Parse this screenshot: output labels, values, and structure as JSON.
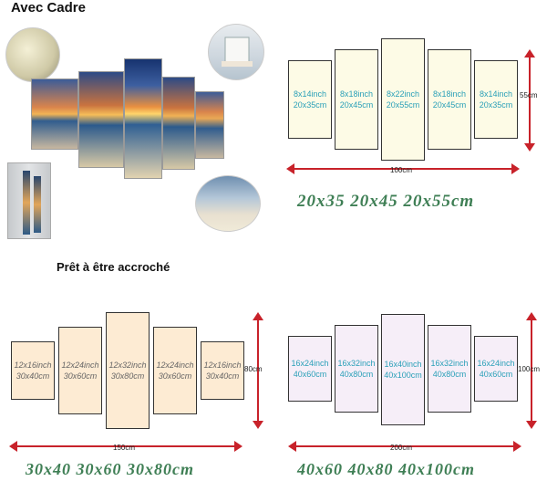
{
  "header": {
    "title": "Avec Cadre",
    "subtitle": "Prêt à être accroché"
  },
  "top_right": {
    "panels": [
      {
        "inch": "8x14inch",
        "cm": "20x35cm"
      },
      {
        "inch": "8x18inch",
        "cm": "20x45cm"
      },
      {
        "inch": "8x22inch",
        "cm": "20x55cm"
      },
      {
        "inch": "8x18inch",
        "cm": "20x45cm"
      },
      {
        "inch": "8x14inch",
        "cm": "20x35cm"
      }
    ],
    "width_label": "100cm",
    "height_label": "55cm",
    "caption": "20x35 20x45 20x55cm",
    "fill": "#fdfbe6"
  },
  "bottom_left": {
    "panels": [
      {
        "inch": "12x16inch",
        "cm": "30x40cm"
      },
      {
        "inch": "12x24inch",
        "cm": "30x60cm"
      },
      {
        "inch": "12x32inch",
        "cm": "30x80cm"
      },
      {
        "inch": "12x24inch",
        "cm": "30x60cm"
      },
      {
        "inch": "12x16inch",
        "cm": "30x40cm"
      }
    ],
    "width_label": "150cm",
    "height_label": "80cm",
    "caption": "30x40 30x60 30x80cm",
    "fill": "#fdebd3"
  },
  "bottom_right": {
    "panels": [
      {
        "inch": "16x24inch",
        "cm": "40x60cm"
      },
      {
        "inch": "16x32inch",
        "cm": "40x80cm"
      },
      {
        "inch": "16x40inch",
        "cm": "40x100cm"
      },
      {
        "inch": "16x32inch",
        "cm": "40x80cm"
      },
      {
        "inch": "16x24inch",
        "cm": "40x60cm"
      }
    ],
    "width_label": "200cm",
    "height_label": "100cm",
    "caption": "40x60 40x80 40x100cm",
    "fill": "#f6eef8"
  },
  "colors": {
    "arrow": "#c8222a",
    "caption": "#3f7f55",
    "accent_text": "#2aa0b8"
  },
  "icons": [
    "double-arrow-icon"
  ]
}
